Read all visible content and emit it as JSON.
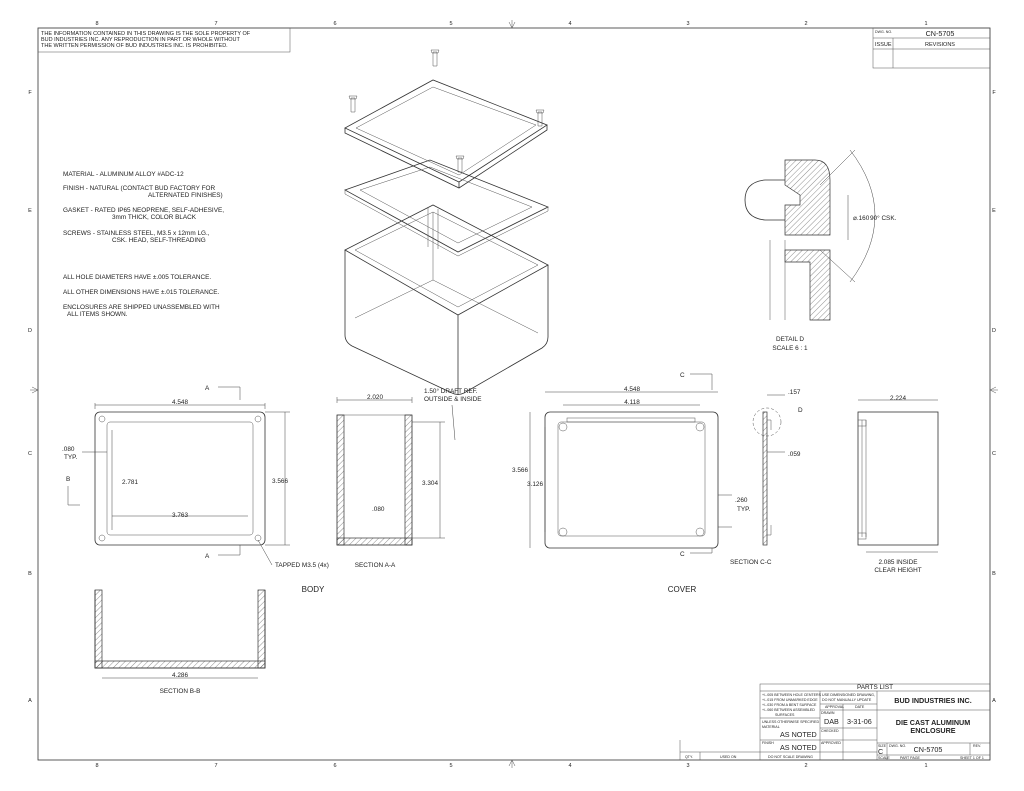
{
  "frame": {
    "columns": [
      "8",
      "7",
      "6",
      "5",
      "4",
      "3",
      "2",
      "1"
    ],
    "rows": [
      "F",
      "E",
      "D",
      "C",
      "B",
      "A"
    ]
  },
  "notice": [
    "THE INFORMATION CONTAINED IN THIS DRAWING IS THE SOLE PROPERTY OF",
    "BUD INDUSTRIES INC. ANY REPRODUCTION IN PART OR WHOLE WITHOUT",
    "THE WRITTEN PERMISSION OF BUD INDUSTRIES INC. IS PROHIBITED."
  ],
  "revisions": {
    "dwg_no_label": "DWG. NO.",
    "dwg_no": "CN-5705",
    "issue_label": "ISSUE",
    "revisions_label": "REVISIONS"
  },
  "notes": [
    [
      "MATERIAL - ALUMINUM ALLOY #ADC-12"
    ],
    [
      "FINISH - NATURAL  (CONTACT BUD FACTORY FOR",
      "ALTERNATED FINISHES)"
    ],
    [
      "GASKET - RATED IP65 NEOPRENE, SELF-ADHESIVE,",
      "3mm THICK, COLOR BLACK"
    ],
    [
      "SCREWS - STAINLESS STEEL, M3.5 x 12mm LG.,",
      "CSK. HEAD, SELF-THREADING"
    ],
    [
      "ALL HOLE DIAMETERS HAVE ±.005 TOLERANCE."
    ],
    [
      "ALL OTHER DIMENSIONS HAVE ±.015 TOLERANCE."
    ],
    [
      "ENCLOSURES ARE SHIPPED UNASSEMBLED WITH",
      "ALL ITEMS SHOWN."
    ]
  ],
  "detail_d": {
    "diameter": "⌀.160",
    "angle": "90° CSK.",
    "title": "DETAIL D",
    "scale": "SCALE 6 : 1"
  },
  "body_view": {
    "width": "4.548",
    "typ": ".080",
    "typ_label": "TYP.",
    "inner_height": "2.781",
    "inner_width": "3.763",
    "height": "3.566",
    "section_a": "A",
    "section_b": "B",
    "tapped": "TAPPED M3.5 (4x)",
    "title": "BODY"
  },
  "section_aa": {
    "width": "2.020",
    "draft": [
      "1.50° DRAFT REF.",
      "OUTSIDE & INSIDE"
    ],
    "height": "3.304",
    "wall": ".080",
    "title": "SECTION A-A"
  },
  "cover_view": {
    "width": "4.548",
    "inner_width": "4.118",
    "height": "3.566",
    "inner_height": "3.126",
    "typ": ".260",
    "typ_label": "TYP.",
    "section_c": "C",
    "title": "COVER"
  },
  "section_cc": {
    "top": ".157",
    "detail": "D",
    "thickness": ".059",
    "title": "SECTION C-C"
  },
  "side_view": {
    "width": "2.224",
    "clear": [
      "2.085 INSIDE",
      "CLEAR HEIGHT"
    ]
  },
  "section_bb": {
    "width": "4.286",
    "title": "SECTION B-B"
  },
  "title_block": {
    "parts_list": "PARTS  LIST",
    "tolerances": [
      "+/-.005 BETWEEN HOLE CENTERS",
      "+/-.015 FROM UNMARKED EDGE",
      "+/-.030 FROM A BENT SURFACE",
      "+/-.060 BETWEEN ASSEMBLED",
      "SURFACES"
    ],
    "unless": "UNLESS OTHERWISE SPECIFIED",
    "material_label": "MATERIAL",
    "material": "AS NOTED",
    "finish_label": "FINISH",
    "finish": "AS NOTED",
    "do_not_scale": "DO NOT SCALE DRAWING",
    "qty": "QTY.",
    "used_on": "USED ON",
    "use_dim": [
      "USE DIMENSIONED DRAWING,",
      "DO NOT MANUALLY UPDATE"
    ],
    "approval": "APPROVAL",
    "date_label": "DATE",
    "drawn_label": "DRAWN",
    "drawn": "DAB",
    "date": "3-31-06",
    "checked": "CHECKED",
    "approved": "APPROVED",
    "company": "BUD INDUSTRIES INC.",
    "title": [
      "DIE CAST ALUMINUM",
      "ENCLOSURE"
    ],
    "size_label": "SIZE",
    "size": "C",
    "dwg_label": "DWG. NO.",
    "dwg_no": "CN-5705",
    "rev_label": "REV.",
    "scale_label": "SCALE",
    "part_label": "PART PAGE",
    "sheet": "SHEET  1  OF  1"
  }
}
